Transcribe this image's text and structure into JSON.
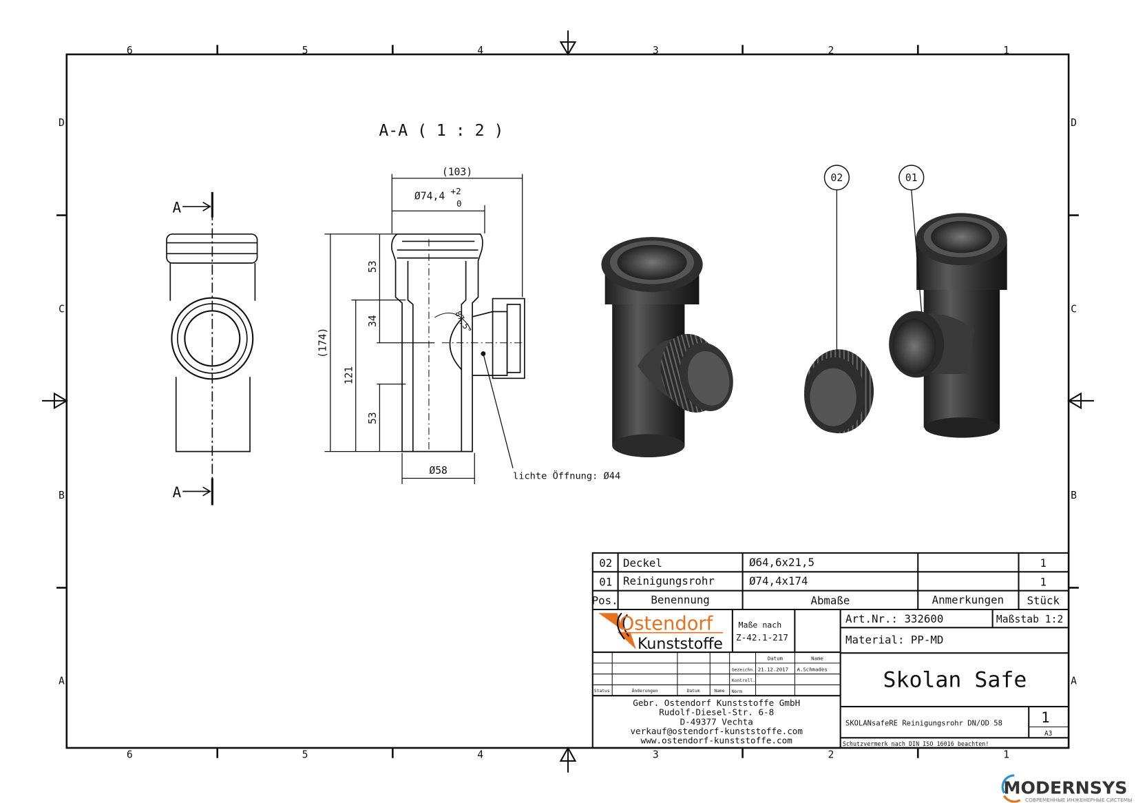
{
  "zones": {
    "columns": [
      "6",
      "5",
      "4",
      "3",
      "2",
      "1"
    ],
    "rows": [
      "D",
      "C",
      "B",
      "A"
    ]
  },
  "section_view": {
    "title": "A-A ( 1 : 2 )",
    "cut_label": "A",
    "dimensions": {
      "overall_width": "(103)",
      "socket_diameter": "Ø74,4",
      "tolerance_upper": "+2",
      "tolerance_lower": "0",
      "overall_height": "(174)",
      "height_121": "121",
      "socket_height": "53",
      "branch_offset": "34",
      "spigot_height": "53",
      "spigot_diameter": "Ø58",
      "angle": "87,5°"
    },
    "leader_note": "lichte Öffnung: Ø44"
  },
  "balloons": [
    "02",
    "01"
  ],
  "parts_list": {
    "rows": [
      {
        "pos": "02",
        "name": "Deckel",
        "dims": "Ø64,6x21,5",
        "notes": "",
        "qty": "1"
      },
      {
        "pos": "01",
        "name": "Reinigungsrohr",
        "dims": "Ø74,4x174",
        "notes": "",
        "qty": "1"
      }
    ],
    "headers": {
      "pos": "Pos.",
      "name": "Benennung",
      "dims": "Abmaße",
      "notes": "Anmerkungen",
      "qty": "Stück"
    }
  },
  "title_block": {
    "logo_top": "Ostendorf",
    "logo_bottom": "Kunststoffe",
    "standard_label": "Maße nach",
    "standard_value": "Z-42.1-217",
    "art_nr": "Art.Nr.: 332600",
    "scale": "Maßstab 1:2",
    "material": "Material: PP-MD",
    "title": "Skolan Safe",
    "description": "SKOLANsafeRE Reinigungsrohr DN/OD 58",
    "sheet": "1",
    "format": "A3",
    "protection_note": "Schutzvermerk nach DIN ISO 16016 beachten!",
    "revision": {
      "col_datum": "Datum",
      "col_name": "Name",
      "drawn_label": "Gezeichn.",
      "drawn_date": "21.12.2017",
      "drawn_name": "A.Schmades",
      "checked_label": "Kontroll.",
      "norm_label": "Norm",
      "status": "Status",
      "changes": "Änderungen",
      "date": "Datum",
      "name": "Name"
    },
    "address": [
      "Gebr. Ostendorf Kunststoffe GmbH",
      "Rudolf-Diesel-Str. 6-8",
      "D-49377 Vechta",
      "verkauf@ostendorf-kunststoffe.com",
      "www.ostendorf-kunststoffe.com"
    ]
  },
  "watermark": {
    "brand": "MODERNSYS",
    "tagline": "СОВРЕМЕННЫЕ ИНЖЕНЕРНЫЕ СИСТЕМЫ"
  },
  "colors": {
    "line": "#111111",
    "logo_orange": "#e8711f",
    "part_dark": "#3a3a3a",
    "watermark_blue": "#2a8fd6"
  }
}
